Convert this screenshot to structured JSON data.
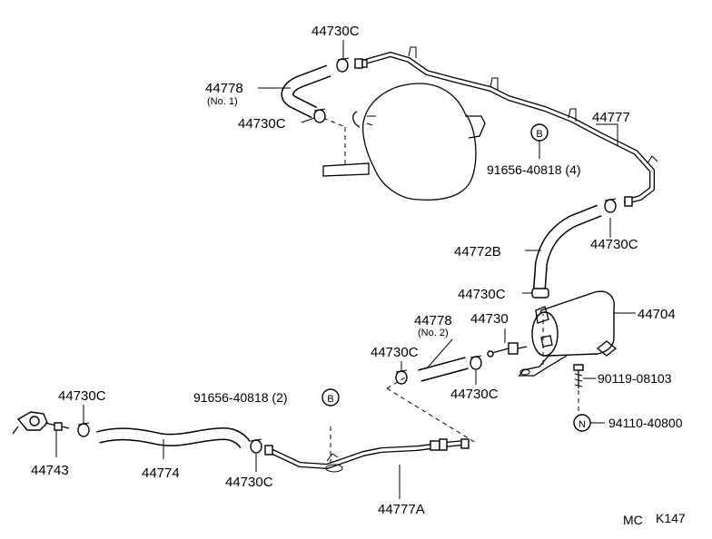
{
  "labels": {
    "clamp_top": "44730C",
    "hose_no1": "44778",
    "hose_no1_sub": "(No. 1)",
    "clamp_mid_left": "44730C",
    "pipe_upper": "44777",
    "code_b_upper": "B",
    "bolt_upper": "91656-40818 (4)",
    "hose_44772b": "44772B",
    "clamp_right": "44730C",
    "clamp_canister": "44730C",
    "canister": "44704",
    "hose_no2": "44778",
    "hose_no2_sub": "(No. 2)",
    "valve": "44730",
    "clamp_center_left": "44730C",
    "clamp_center_right": "44730C",
    "bolt_right": "90119-08103",
    "code_n": "N",
    "nut_right": "94110-40800",
    "clamp_far_left": "44730C",
    "bolt_lower": "91656-40818 (2)",
    "code_b_lower": "B",
    "union": "44743",
    "hose_lower": "44774",
    "clamp_lower_mid": "44730C",
    "pipe_lower": "44777A",
    "footer_mc": "MC",
    "footer_code": "K147"
  }
}
